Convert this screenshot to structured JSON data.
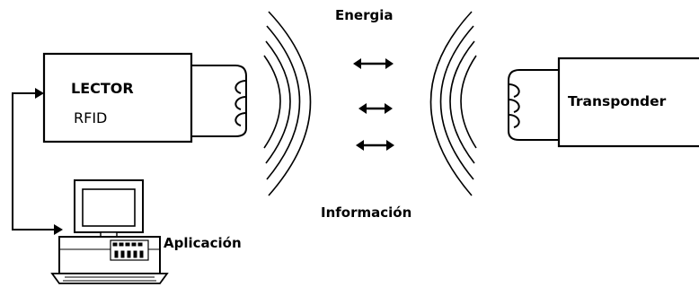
{
  "reader": {
    "line1": "LECTOR",
    "line2": "RFID"
  },
  "transponder": {
    "label": "Transponder"
  },
  "computer": {
    "label": "Aplicación"
  },
  "field": {
    "top_label": "Energia",
    "bottom_label": "Información"
  }
}
